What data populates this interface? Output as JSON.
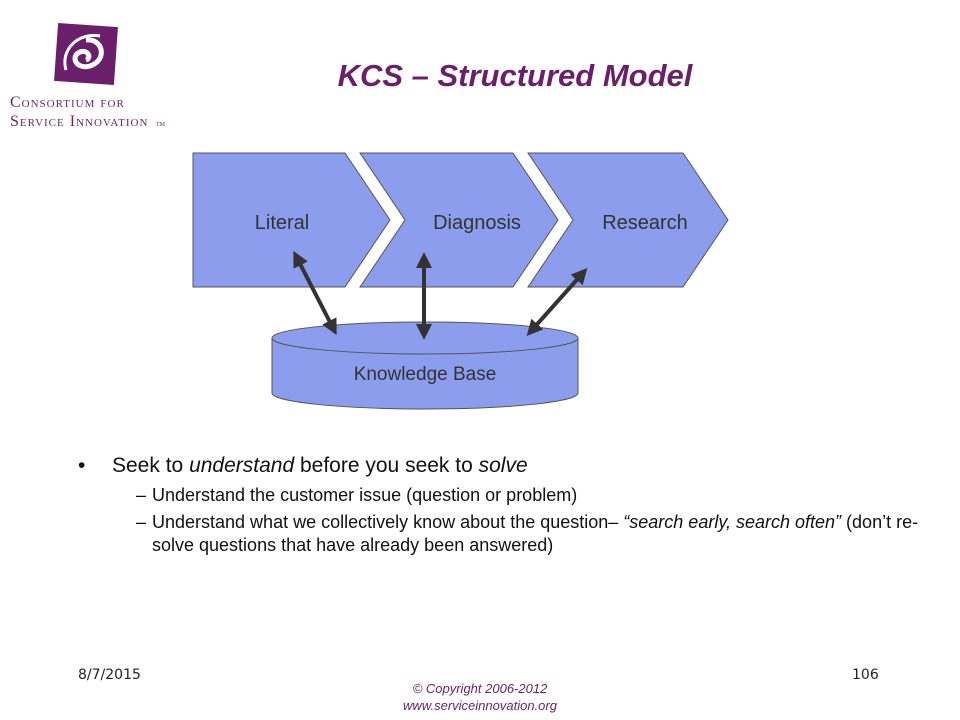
{
  "logo": {
    "line1": "Consortium for",
    "line2": "Service Innovation",
    "mark": "TM"
  },
  "slide": {
    "title": "KCS – Structured Model"
  },
  "diagram": {
    "steps": [
      "Literal",
      "Diagnosis",
      "Research"
    ],
    "knowledge_base": "Knowledge Base",
    "fill_color": "#8c9ded",
    "stroke_color": "#333333"
  },
  "bullets": {
    "main": {
      "prefix": "Seek to ",
      "em1": "understand",
      "middle": " before you seek to ",
      "em2": "solve"
    },
    "sub1": "Understand the customer issue (question or problem)",
    "sub2": {
      "text1": "Understand what we collectively know about the question– ",
      "quote": "“search early, search often”",
      "text2": " (don’t re-solve questions that have already been answered)"
    }
  },
  "footer": {
    "date": "8/7/2015",
    "page": "106",
    "copyright": "© Copyright 2006-2012",
    "url": "www.serviceinnovation.org"
  }
}
